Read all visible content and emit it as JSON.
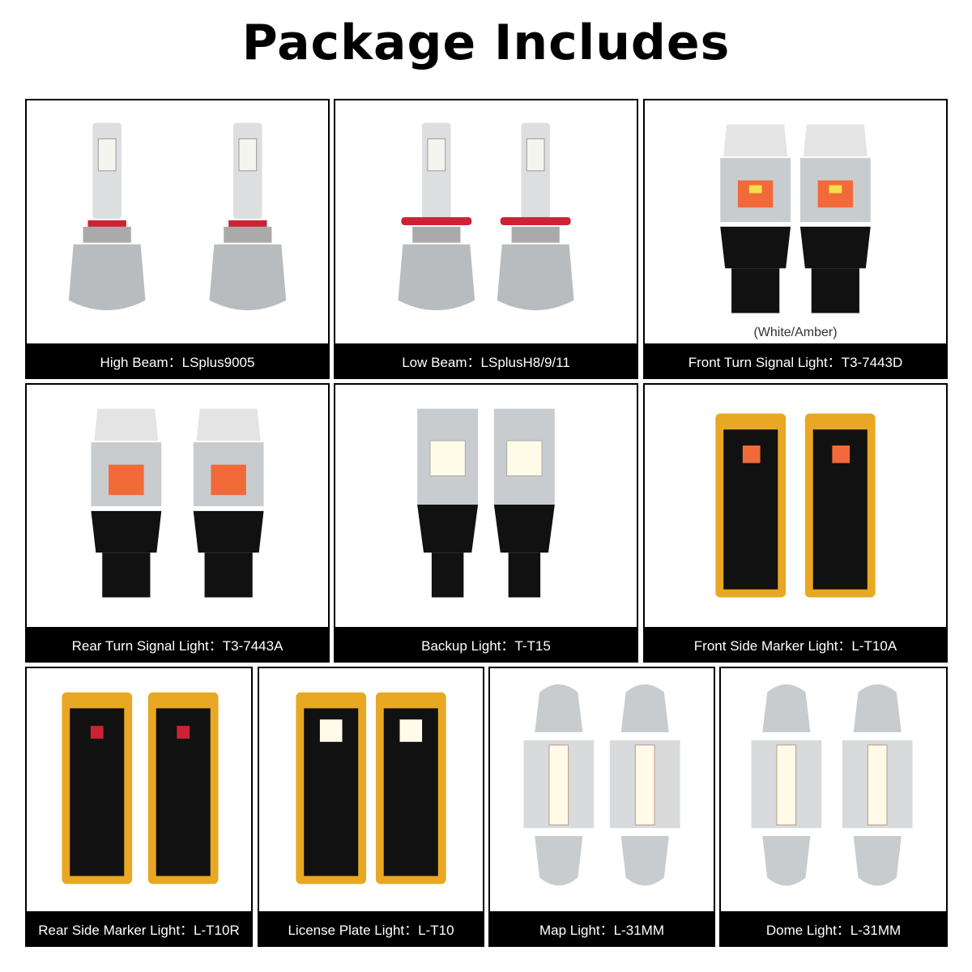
{
  "title": "Package Includes",
  "items": [
    {
      "label": "High Beam：LSplus9005",
      "icon": "headlight-bulb-icon"
    },
    {
      "label": "Low Beam：LSplusH8/9/11",
      "icon": "headlight-bulb-icon"
    },
    {
      "label": "Front Turn Signal Light：T3-7443D",
      "sub": "(White/Amber)",
      "icon": "wedge-bulb-icon"
    },
    {
      "label": "Rear Turn Signal Light：T3-7443A",
      "icon": "wedge-bulb-icon"
    },
    {
      "label": "Backup Light：T-T15",
      "icon": "wedge-bulb-icon"
    },
    {
      "label": "Front Side Marker Light：L-T10A",
      "icon": "pcb-bulb-icon"
    },
    {
      "label": "Rear Side Marker Light：L-T10R",
      "icon": "pcb-bulb-icon"
    },
    {
      "label": "License Plate Light：L-T10",
      "icon": "pcb-bulb-icon"
    },
    {
      "label": "Map Light：L-31MM",
      "icon": "festoon-bulb-icon"
    },
    {
      "label": "Dome Light：L-31MM",
      "icon": "festoon-bulb-icon"
    }
  ],
  "colors": {
    "amber": "#f26a3a",
    "gold": "#e9a823",
    "silver": "#c9cccf",
    "black": "#111111"
  }
}
